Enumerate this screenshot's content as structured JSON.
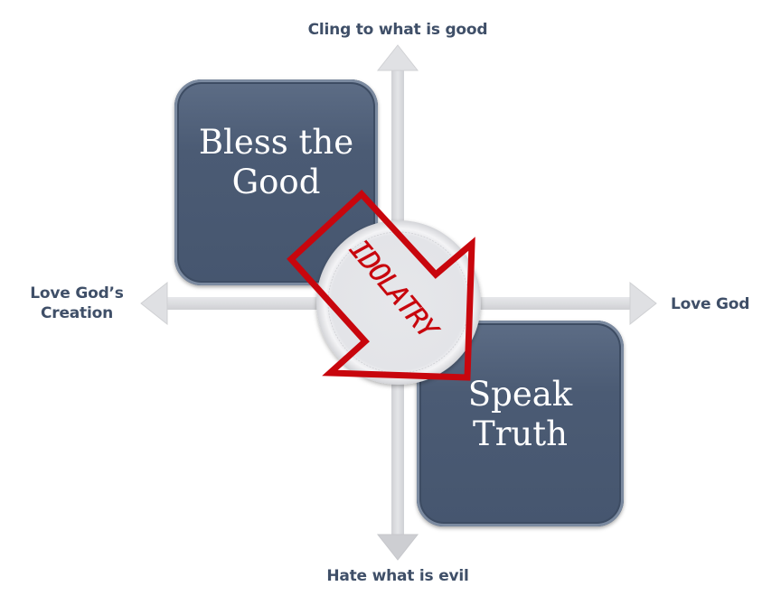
{
  "axes": {
    "top_label": "Cling to what is good",
    "bottom_label": "Hate what is evil",
    "left_label": "Love God’s\nCreation",
    "right_label": "Love God"
  },
  "quadrants": [
    {
      "text": "Bless the\nGood",
      "position": "top-left"
    },
    {
      "text": "Speak\nTruth",
      "position": "bottom-right"
    }
  ],
  "center": {
    "text": "IDOLATRY",
    "arrow_direction": "top-left to bottom-right"
  },
  "colors": {
    "box_fill": "#4b5b74",
    "label_text": "#3f4f68",
    "arrow_axis": "#d8d9dc",
    "idolatry_red": "#c8060d",
    "circle_fill": "#e8e9ec"
  }
}
